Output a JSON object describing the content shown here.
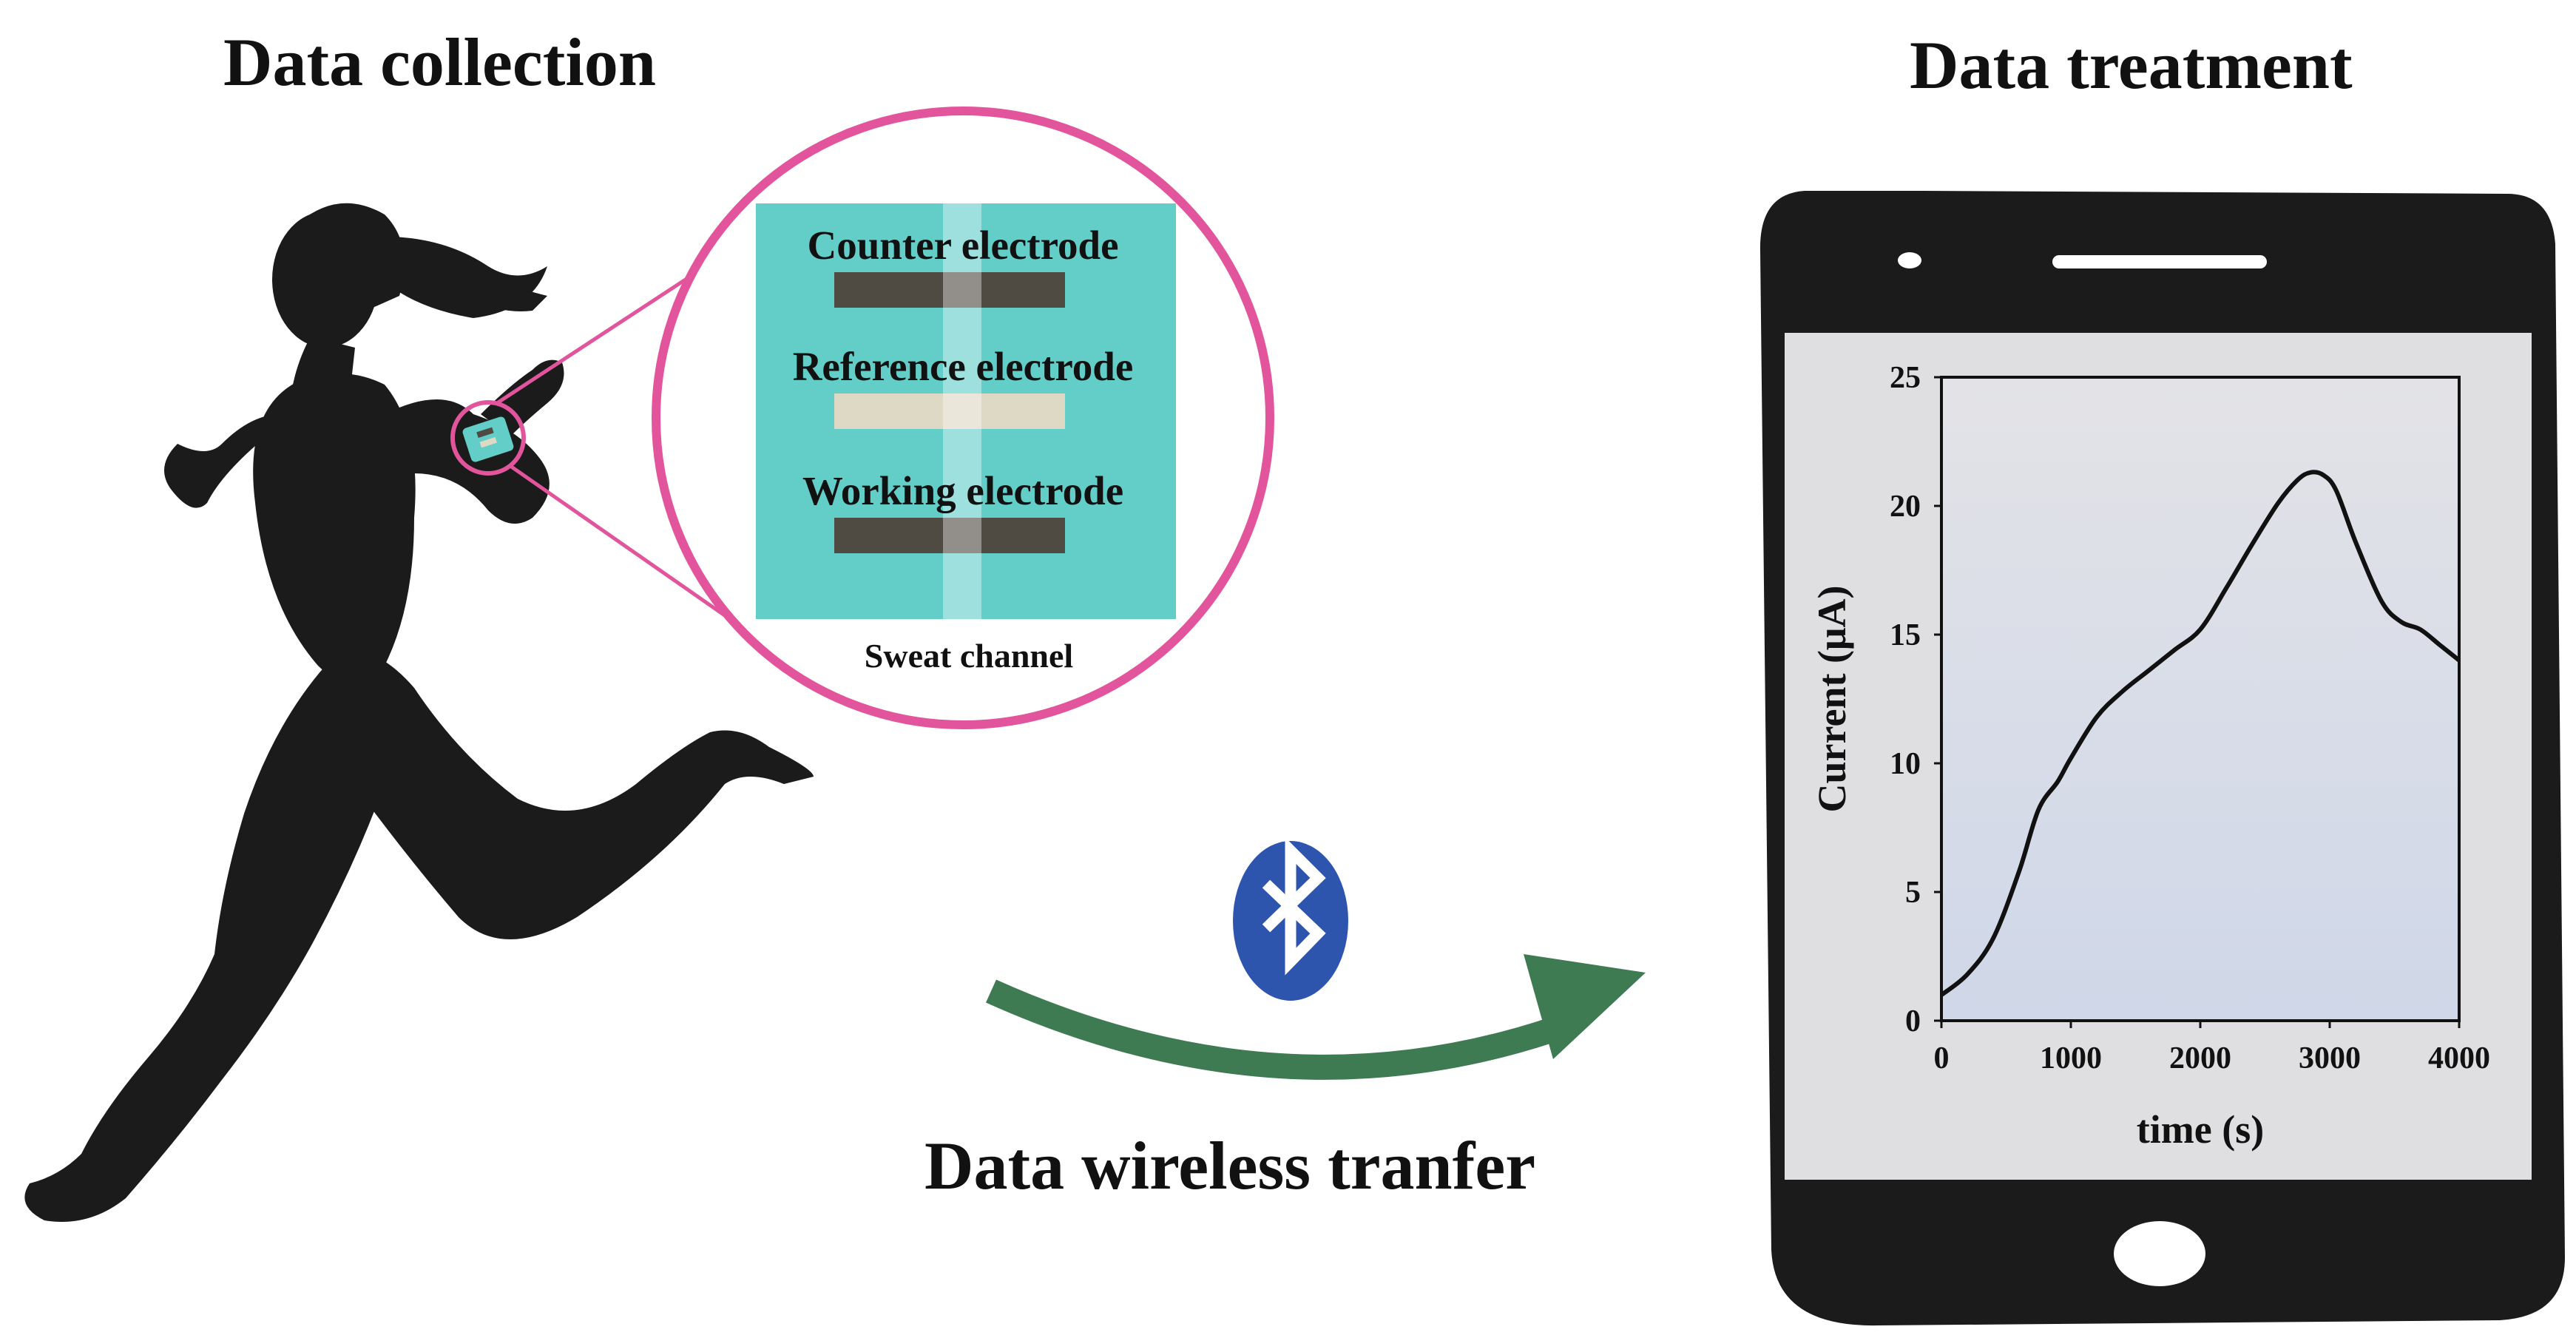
{
  "headings": {
    "collection": "Data collection",
    "treatment": "Data treatment",
    "transfer": "Data wireless tranfer"
  },
  "sensor": {
    "counter": "Counter electrode",
    "reference": "Reference electrode",
    "working": "Working electrode",
    "channel": "Sweat channel"
  },
  "colors": {
    "magnifier": "#e2559c",
    "sensor_bg": "#63cdc8",
    "electrode_dark": "#4f4a42",
    "electrode_ref": "#ddd9c4",
    "arrow": "#3e7a52",
    "bluetooth": "#2e55ad",
    "silhouette": "#1b1b1b"
  },
  "icons": {
    "bluetooth": "bluetooth-icon",
    "phone": "smartphone",
    "runner": "runner-silhouette"
  },
  "chart_data": {
    "type": "line",
    "xlabel": "time (s)",
    "ylabel": "Current (μA)",
    "xlim": [
      0,
      4000
    ],
    "ylim": [
      0,
      25
    ],
    "xticks": [
      0,
      1000,
      2000,
      3000,
      4000
    ],
    "yticks": [
      0,
      5,
      10,
      15,
      20,
      25
    ],
    "grid": false,
    "series": [
      {
        "x": [
          0,
          200,
          400,
          600,
          750,
          900,
          1000,
          1200,
          1400,
          1600,
          1800,
          2000,
          2200,
          2400,
          2600,
          2750,
          2850,
          2950,
          3050,
          3200,
          3400,
          3550,
          3700,
          3850,
          4000
        ],
        "y": [
          1.0,
          1.8,
          3.2,
          5.8,
          8.2,
          9.3,
          10.2,
          11.8,
          12.8,
          13.6,
          14.4,
          15.2,
          16.8,
          18.5,
          20.1,
          21.0,
          21.3,
          21.2,
          20.6,
          18.6,
          16.3,
          15.5,
          15.2,
          14.6,
          14.0
        ]
      }
    ]
  }
}
